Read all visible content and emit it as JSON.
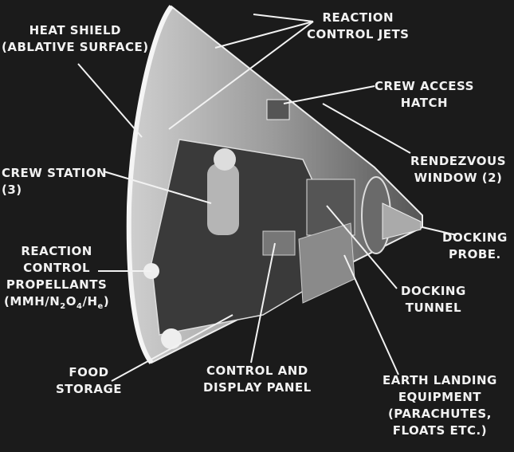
{
  "labels": {
    "reaction_control_jets": [
      "REACTION",
      "CONTROL JETS"
    ],
    "heat_shield": [
      "HEAT SHIELD",
      "(ABLATIVE SURFACE)"
    ],
    "crew_access_hatch": [
      "CREW ACCESS",
      "HATCH"
    ],
    "rendezvous_window": [
      "RENDEZVOUS",
      "WINDOW (2)"
    ],
    "crew_station": [
      "CREW STATION",
      "(3)"
    ],
    "docking_probe": [
      "DOCKING",
      "PROBE."
    ],
    "reaction_control_propellants": [
      "REACTION",
      "CONTROL",
      "PROPELLANTS",
      "(MMH/N",
      "2",
      "O",
      "4",
      "/H",
      "e",
      ")"
    ],
    "docking_tunnel": [
      "DOCKING",
      "TUNNEL"
    ],
    "food_storage": [
      "FOOD",
      "STORAGE"
    ],
    "control_display_panel": [
      "CONTROL AND",
      "DISPLAY PANEL"
    ],
    "earth_landing_equipment": [
      "EARTH LANDING",
      "EQUIPMENT",
      "(PARACHUTES,",
      "FLOATS ETC.)"
    ]
  }
}
